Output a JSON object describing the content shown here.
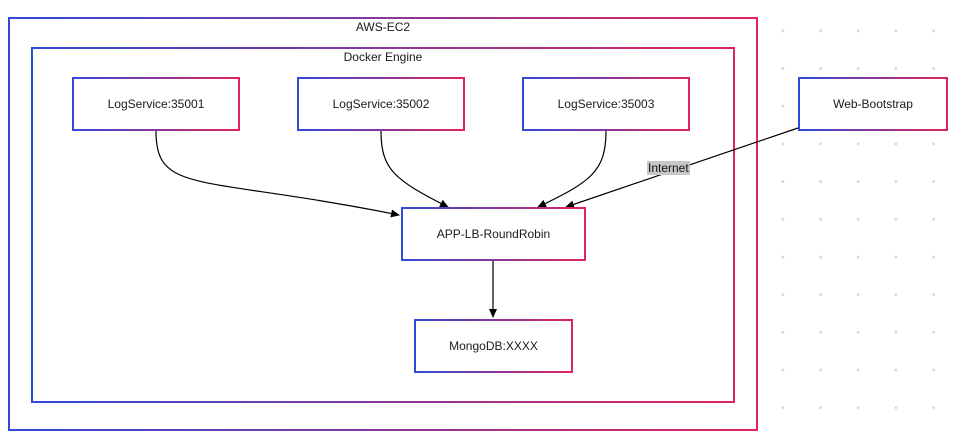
{
  "diagram": {
    "containers": {
      "ec2": {
        "label": "AWS-EC2"
      },
      "docker": {
        "label": "Docker Engine"
      }
    },
    "nodes": {
      "log1": {
        "label": "LogService:35001"
      },
      "log2": {
        "label": "LogService:35002"
      },
      "log3": {
        "label": "LogService:35003"
      },
      "lb": {
        "label": "APP-LB-RoundRobin"
      },
      "mongo": {
        "label": "MongoDB:XXXX"
      },
      "web": {
        "label": "Web-Bootstrap"
      }
    },
    "edges": [
      {
        "from": "LogService:35001",
        "to": "APP-LB-RoundRobin"
      },
      {
        "from": "LogService:35002",
        "to": "APP-LB-RoundRobin"
      },
      {
        "from": "LogService:35003",
        "to": "APP-LB-RoundRobin"
      },
      {
        "from": "Web-Bootstrap",
        "to": "APP-LB-RoundRobin",
        "label": "Internet"
      },
      {
        "from": "APP-LB-RoundRobin",
        "to": "MongoDB:XXXX"
      }
    ]
  },
  "colors": {
    "border_start": "#2f4bd6",
    "border_end": "#e0245e",
    "edge": "#000000",
    "edge_label_bg": "#c7c7c7",
    "grid_dot": "#d6d6d6"
  }
}
